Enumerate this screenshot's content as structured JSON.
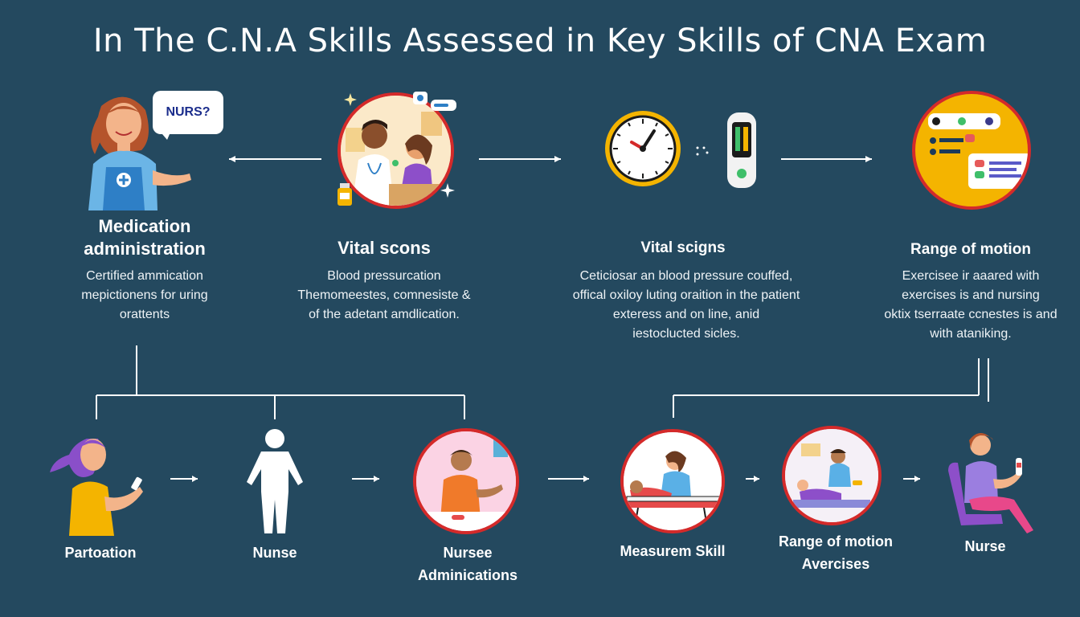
{
  "title": "In The C.N.A Skills Assessed in Key Skills of CNA Exam",
  "speech_bubble": "NURS?",
  "top_row": [
    {
      "title_lines": [
        "Medication",
        "administration"
      ],
      "desc_lines": [
        "Certified ammication",
        "mepictionens for uring",
        "orattents"
      ]
    },
    {
      "title_lines": [
        "Vital scons"
      ],
      "desc_lines": [
        "Blood pressurcation",
        "Themomeestes, comnesiste &",
        "of the adetant amdlication."
      ]
    },
    {
      "title_lines": [
        "Vital scigns"
      ],
      "desc_lines": [
        "Ceticiosar an blood pressure couffed,",
        "offical oxiloy luting oraition in the patient",
        "exteress and on line, anid",
        "iestoclucted sicles."
      ]
    },
    {
      "title_lines": [
        "Range of motion"
      ],
      "desc_lines": [
        "Exercisee ir aaared with",
        "exercises is and nursing",
        "oktix tserraate ccnestes is and",
        "with ataniking."
      ]
    }
  ],
  "bottom_row": [
    {
      "label_lines": [
        "Partoation"
      ]
    },
    {
      "label_lines": [
        "Nunse"
      ]
    },
    {
      "label_lines": [
        "Nursee",
        "Adminications"
      ]
    },
    {
      "label_lines": [
        "Measurem Skill"
      ]
    },
    {
      "label_lines": [
        "Range of motion",
        "Avercises"
      ]
    },
    {
      "label_lines": [
        "Nurse"
      ]
    }
  ],
  "colors": {
    "background": "#24495f",
    "accent_red": "#d42a2a",
    "accent_yellow": "#f4b400",
    "line": "#ffffff"
  }
}
